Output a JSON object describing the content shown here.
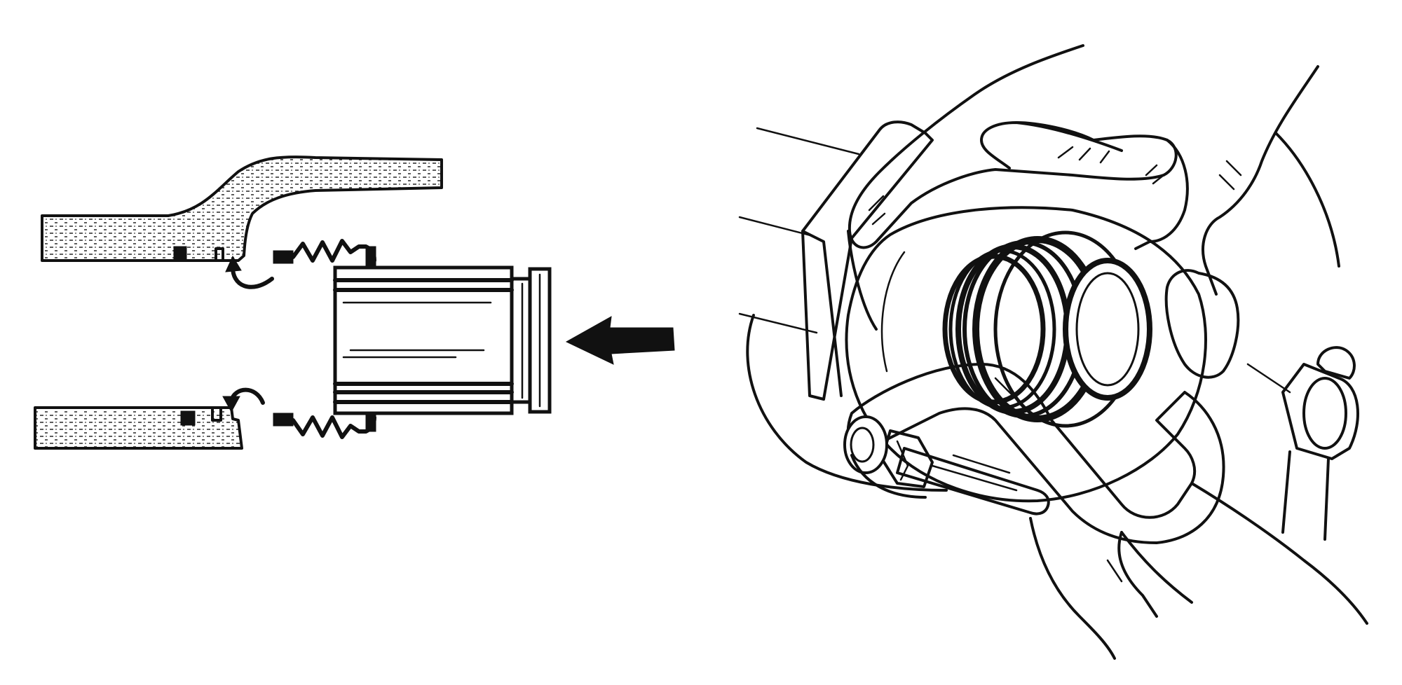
{
  "figure": {
    "left_panel": {
      "components": [
        "caliper-housing-bore",
        "piston-seal-groove",
        "dust-boot",
        "caliper-piston"
      ],
      "arrow_direction": "left"
    },
    "right_panel": {
      "components": [
        "brake-caliper",
        "caliper-piston",
        "c-clamp",
        "hands"
      ]
    },
    "colors": {
      "line": "#111111",
      "background": "#ffffff",
      "hatch": "#333333"
    }
  }
}
